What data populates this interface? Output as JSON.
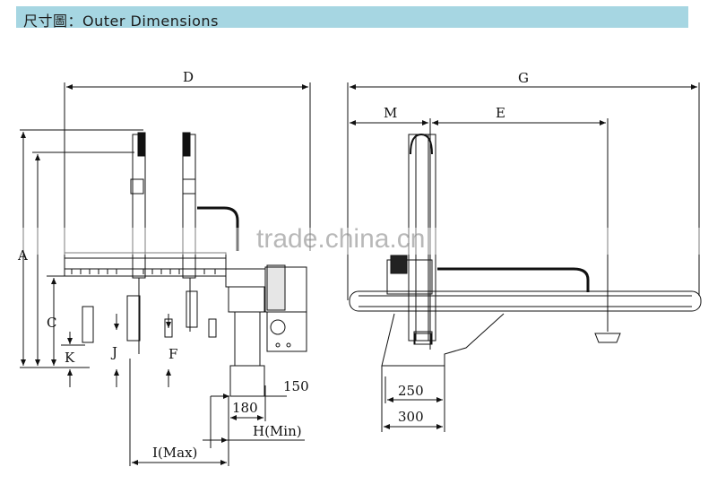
{
  "header": {
    "title": "尺寸圖：Outer Dimensions"
  },
  "colors": {
    "header_bg": "#a6d6e2",
    "line": "#111111",
    "watermark": "#7f7f7f"
  },
  "labels": {
    "D": "D",
    "G": "G",
    "M": "M",
    "E": "E",
    "A": "A",
    "C": "C",
    "K": "K",
    "J": "J",
    "F": "F",
    "v150": "150",
    "v180": "180",
    "H": "H(Min)",
    "I": "I(Max)",
    "v250": "250",
    "v300": "300"
  },
  "watermark": {
    "text": "trade.china.cn"
  }
}
